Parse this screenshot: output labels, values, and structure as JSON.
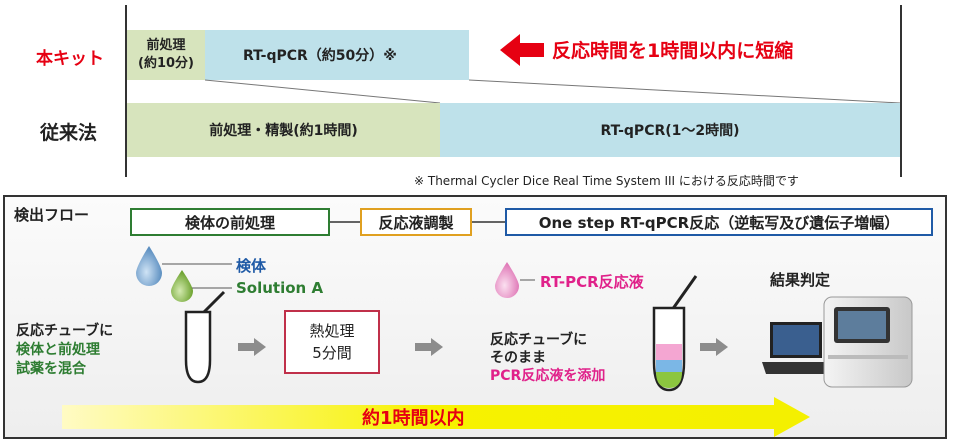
{
  "comparison": {
    "kit_label": "本キット",
    "conventional_label": "従来法",
    "kit_pre": [
      "前処理",
      "(約10分)"
    ],
    "kit_rt": "RT-qPCR（約50分）※",
    "arrow_text": "反応時間を1時間以内に短縮",
    "conv_pre": "前処理・精製(約1時間)",
    "conv_rt": "RT-qPCR(1～2時間)",
    "footnote": "※ Thermal Cycler Dice Real Time System III における反応時間です"
  },
  "flow": {
    "title": "検出フロー",
    "stages": [
      "検体の前処理",
      "反応液調製",
      "One step RT-qPCR反応（逆転写及び遺伝子増幅）"
    ],
    "sample_label": "検体",
    "solution_label": "Solution A",
    "rtpcr_label": "RT-PCR反応液",
    "result_label": "結果判定",
    "step1": [
      "反応チューブに",
      "検体と前処理",
      "試薬を混合"
    ],
    "heat": [
      "熱処理",
      "5分間"
    ],
    "step3": [
      "反応チューブに",
      "そのまま",
      "PCR反応液を添加"
    ],
    "timeline": "約1時間以内"
  },
  "colors": {
    "red": "#e60012",
    "green_text": "#2e7d32",
    "blue_text": "#1f5aa6",
    "magenta": "#e0218a",
    "yellow": "#f4f000"
  }
}
